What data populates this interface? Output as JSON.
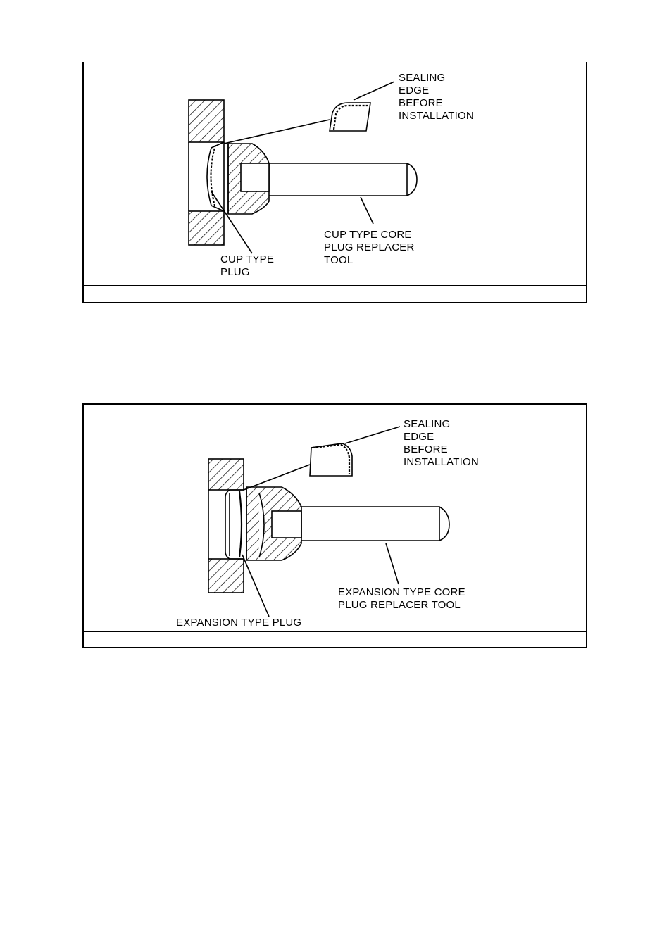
{
  "figure1": {
    "sealing_label": [
      "SEALING",
      "EDGE",
      "BEFORE",
      "INSTALLATION"
    ],
    "plug_label": [
      "CUP TYPE",
      "PLUG"
    ],
    "tool_label": [
      "CUP TYPE CORE",
      "PLUG REPLACER",
      "TOOL"
    ]
  },
  "figure2": {
    "sealing_label": [
      "SEALING",
      "EDGE",
      "BEFORE",
      "INSTALLATION"
    ],
    "plug_label": [
      "EXPANSION TYPE PLUG"
    ],
    "tool_label": [
      "EXPANSION  TYPE CORE",
      "PLUG REPLACER TOOL"
    ]
  }
}
